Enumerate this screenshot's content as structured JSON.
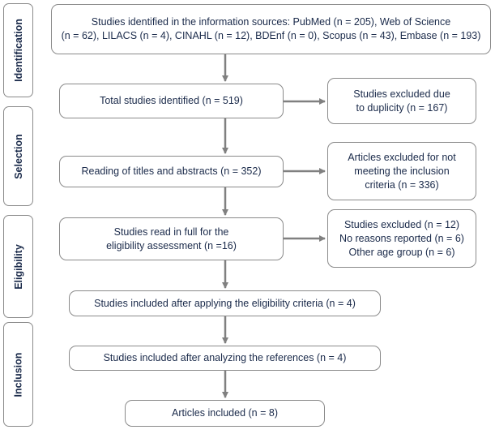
{
  "phases": {
    "identification": "Identification",
    "selection": "Selection",
    "eligibility": "Eligibility",
    "inclusion": "Inclusion"
  },
  "boxes": {
    "identified_sources": "Studies identified in the information sources: PubMed (n = 205), Web of Science\n(n = 62), LILACS (n = 4), CINAHL (n = 12), BDEnf (n = 0), Scopus (n = 43), Embase (n = 193)",
    "total_identified": "Total studies identified (n = 519)",
    "excluded_duplicity": "Studies excluded due\nto duplicity (n = 167)",
    "titles_abstracts": "Reading of titles and abstracts (n = 352)",
    "excluded_criteria": "Articles excluded for not\nmeeting the inclusion\ncriteria (n = 336)",
    "full_read": "Studies read in full for the\neligibility assessment (n =16)",
    "excluded_full": "Studies excluded (n = 12)\nNo reasons reported (n = 6)\nOther age group (n = 6)",
    "included_eligibility": "Studies included after applying the eligibility criteria (n = 4)",
    "included_references": "Studies included after analyzing the references (n = 4)",
    "articles_included": "Articles included (n = 8)"
  },
  "colors": {
    "border": "#8a8a8a",
    "arrow": "#808080",
    "text": "#1a2a4a"
  }
}
